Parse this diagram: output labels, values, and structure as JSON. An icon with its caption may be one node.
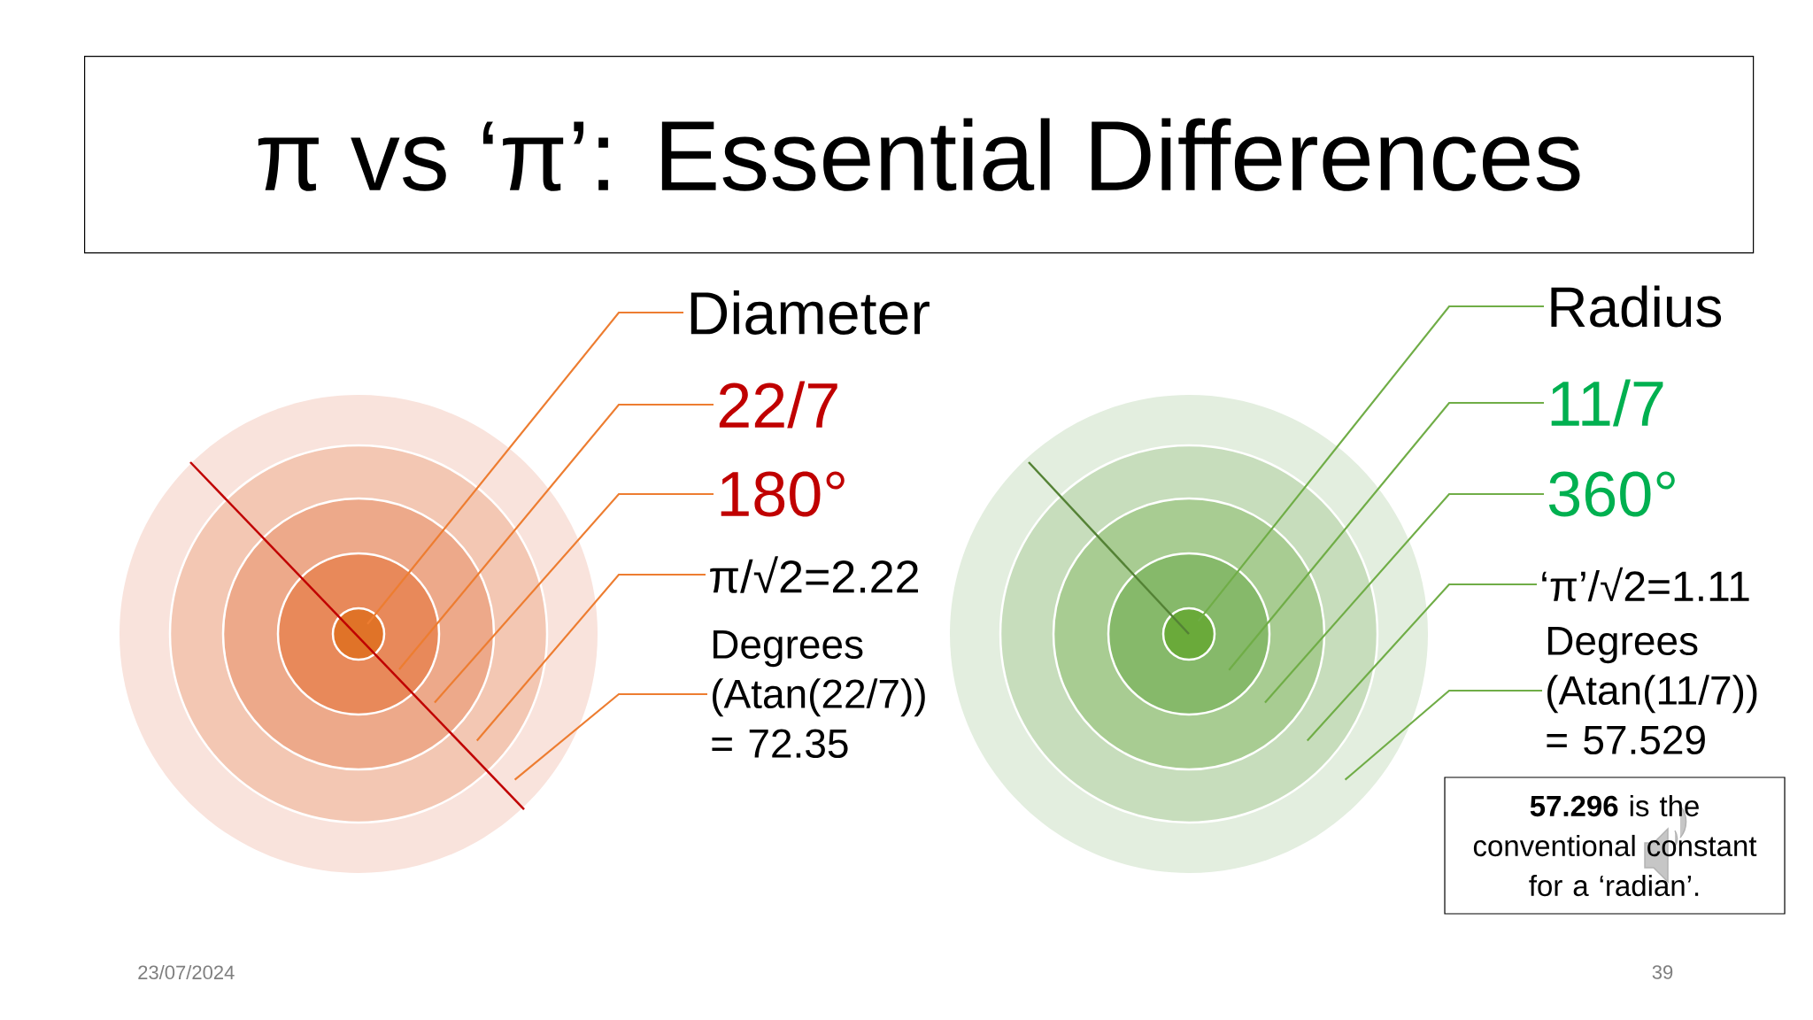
{
  "diagram": {
    "title": "π vs ‘π’: Essential Differences",
    "nodes": [
      {
        "text": [],
        "shape": "circle"
      },
      {
        "text": [],
        "shape": "circle",
        "in": 0
      },
      {
        "text": [],
        "shape": "circle",
        "in": 1
      },
      {
        "text": [],
        "shape": "circle",
        "in": 2
      },
      {
        "text": [],
        "shape": "circle",
        "in": 3
      },
      {
        "text": [],
        "shape": "circle"
      },
      {
        "text": [],
        "shape": "circle",
        "in": 5
      },
      {
        "text": [],
        "shape": "circle",
        "in": 6
      },
      {
        "text": [],
        "shape": "circle",
        "in": 7
      },
      {
        "text": [],
        "shape": "circle",
        "in": 8
      },
      {
        "text": [
          "Diameter"
        ]
      },
      {
        "text": [
          "22/7"
        ]
      },
      {
        "text": [
          "180°"
        ]
      },
      {
        "text": [
          "π/√2=2.22"
        ]
      },
      {
        "text": [
          "Degrees (Atan(22/7)) = 72.35"
        ]
      },
      {
        "text": [
          "Radius"
        ]
      },
      {
        "text": [
          "11/7"
        ]
      },
      {
        "text": [
          "360°"
        ]
      },
      {
        "text": [
          "‘π’/√2=1.11"
        ]
      },
      {
        "text": [
          "Degrees (Atan(11/7)) = 57.529"
        ]
      },
      {
        "text": [
          "**57.296** is the conventional constant for a ‘radian’."
        ]
      }
    ],
    "edges": [
      {
        "from": 10,
        "to": 4,
        "arrow": "none"
      },
      {
        "from": 11,
        "to": 3,
        "arrow": "none"
      },
      {
        "from": 12,
        "to": 2,
        "arrow": "none"
      },
      {
        "from": 13,
        "to": 1,
        "arrow": "none"
      },
      {
        "from": 14,
        "to": 0,
        "arrow": "none"
      },
      {
        "from": 15,
        "to": 9,
        "arrow": "none",
        "color": "#70ad47"
      },
      {
        "from": 16,
        "to": 8,
        "arrow": "none",
        "color": "#70ad47"
      },
      {
        "from": 17,
        "to": 7,
        "arrow": "none",
        "color": "#70ad47"
      },
      {
        "from": 18,
        "to": 6,
        "arrow": "none",
        "color": "#70ad47"
      },
      {
        "from": 19,
        "to": 5,
        "arrow": "none",
        "color": "#70ad47"
      }
    ],
    "labels": [
      "23/07/2024",
      "39"
    ]
  }
}
